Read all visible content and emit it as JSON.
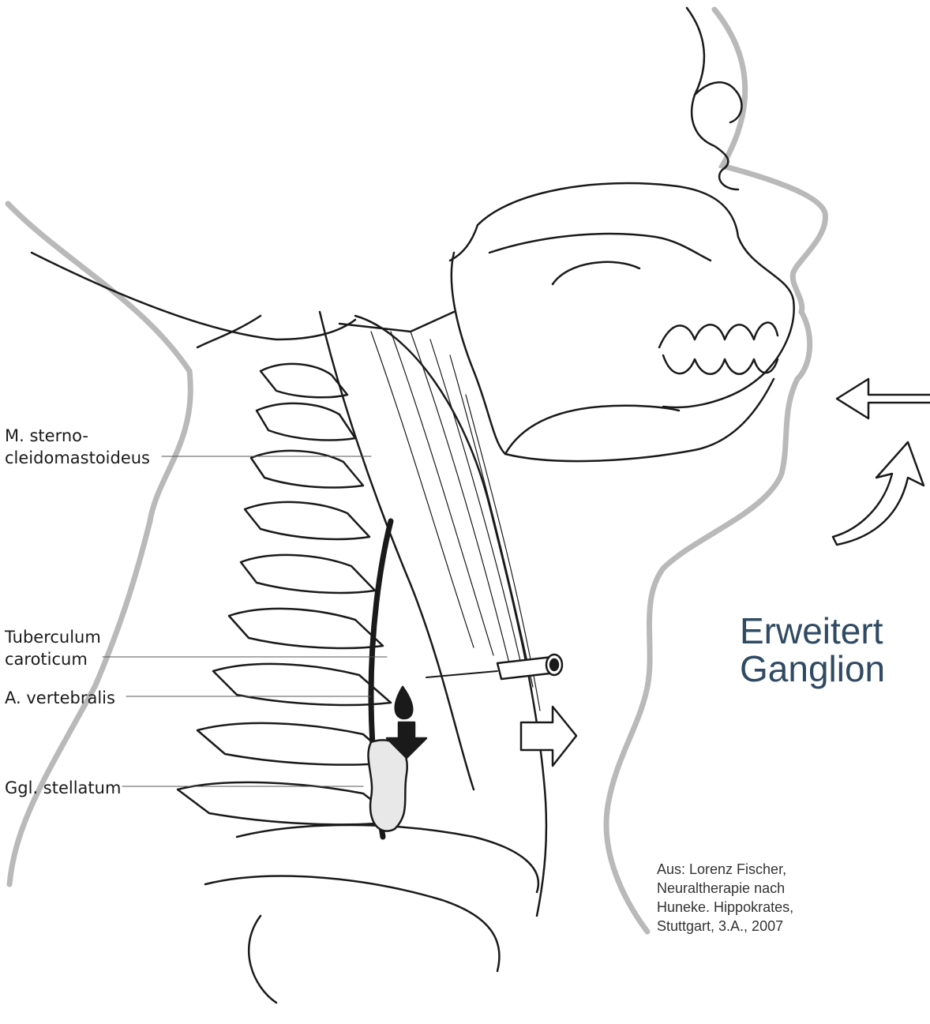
{
  "labels": {
    "muscle_line1": "M. sterno-",
    "muscle_line2": "cleidomastoideus",
    "tuberculum_line1": "Tuberculum",
    "tuberculum_line2": "caroticum",
    "artery": "A. vertebralis",
    "ganglion": "Ggl. stellatum"
  },
  "title": {
    "line1": "Erweitert",
    "line2": "Ganglion"
  },
  "credit": {
    "line1": "Aus: Lorenz Fischer,",
    "line2": "Neuraltherapie nach",
    "line3": "Huneke. Hippokrates,",
    "line4": "Stuttgart, 3.A., 2007"
  },
  "colors": {
    "outline": "#1a1a1a",
    "contour_gray": "#b9b9b9",
    "title": "#2f4a63"
  }
}
